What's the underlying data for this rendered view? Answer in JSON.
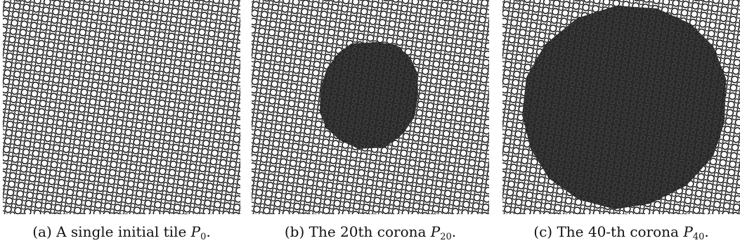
{
  "panels": [
    {
      "caption_label": "(a)",
      "caption_text": "A single initial tile",
      "caption_var": "P",
      "caption_sub": "0",
      "caption_end": ".",
      "corona_index": 0
    },
    {
      "caption_label": "(b)",
      "caption_text": "The 20th corona",
      "caption_var": "P",
      "caption_sub": "20",
      "caption_end": ".",
      "corona_index": 20
    },
    {
      "caption_label": "(c)",
      "caption_text": "The 40-th corona",
      "caption_var": "P",
      "caption_sub": "40",
      "caption_end": ".",
      "corona_index": 40
    }
  ],
  "colors": {
    "tiling_line": "#000000",
    "tiling_bg": "#ffffff",
    "corona_fill": "#2a2a2a",
    "corona_line": "#4a4a4a"
  }
}
